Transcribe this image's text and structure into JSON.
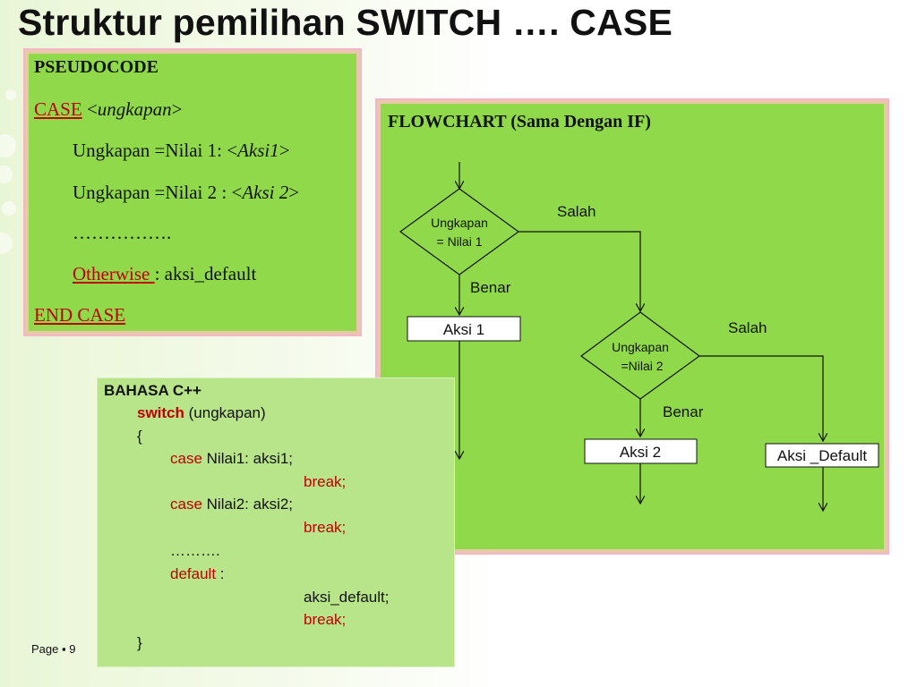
{
  "slide": {
    "title": "Struktur pemilihan SWITCH …. CASE",
    "footer_page_label": "Page",
    "footer_bullet": "▪",
    "footer_page_number": "9"
  },
  "pseudocode": {
    "heading": "PSEUDOCODE",
    "case_keyword": "CASE",
    "case_lt": " <",
    "case_expr": "ungkapan",
    "case_gt": ">",
    "line1_text": "Ungkapan =Nilai 1: <",
    "line1_action": "Aksi1",
    "line1_gt": ">",
    "line2_text": "Ungkapan =Nilai 2 : <",
    "line2_action": "Aksi 2",
    "line2_gt": ">",
    "ellipsis": "…………….",
    "otherwise_keyword": "Otherwise ",
    "otherwise_rest": " : aksi_default",
    "end_case": "END CASE"
  },
  "flowchart": {
    "heading": "FLOWCHART  (Sama Dengan IF)",
    "decision1_line1": "Ungkapan",
    "decision1_line2": "= Nilai 1",
    "decision2_line1": "Ungkapan",
    "decision2_line2": "=Nilai 2",
    "salah1": "Salah",
    "benar1": "Benar",
    "salah2": "Salah",
    "benar2": "Benar",
    "aksi1": "Aksi 1",
    "aksi2": "Aksi 2",
    "aksi_default": "Aksi _Default"
  },
  "cpp": {
    "heading": "BAHASA C++",
    "switch_keyword": "switch",
    "switch_rest": " (ungkapan)",
    "open_brace": "{",
    "case1_keyword": "case",
    "case1_rest": " Nilai1:  aksi1;",
    "break1": "break;",
    "case2_keyword": "case",
    "case2_rest": " Nilai2:  aksi2;",
    "break2": "break;",
    "ellipsis": "……….",
    "default_keyword": "default",
    "default_rest": " :",
    "default_action": "aksi_default;",
    "break3": "break;",
    "close_brace": "}"
  }
}
